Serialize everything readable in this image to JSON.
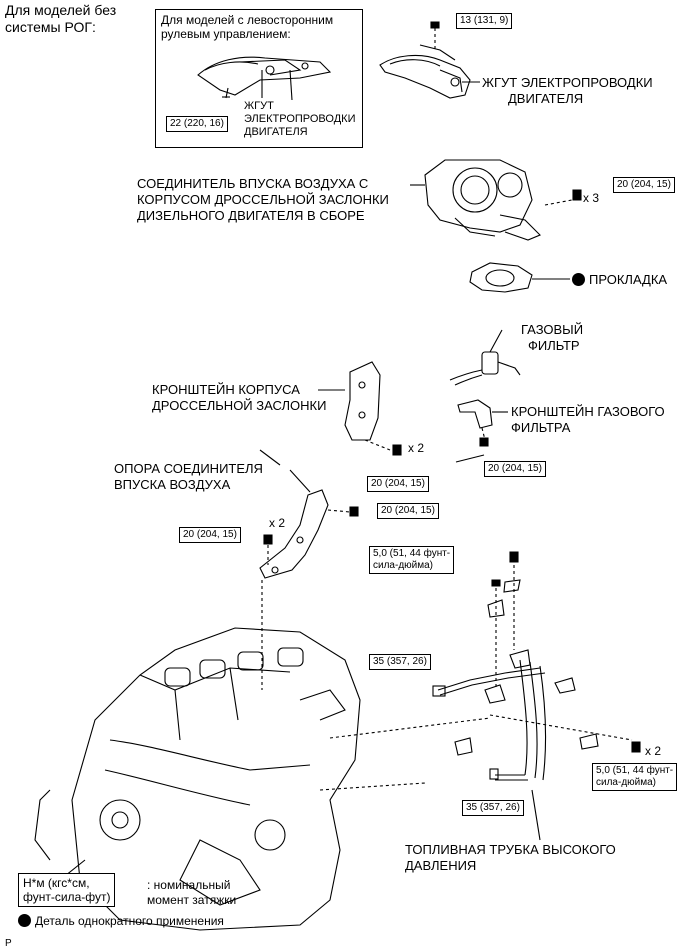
{
  "header": {
    "line1": "Для моделей без",
    "line2": "системы РОГ:"
  },
  "inset": {
    "title1": "Для моделей с левосторонним",
    "title2": "рулевым управлением:",
    "harness1": "ЖГУТ",
    "harness2": "ЭЛЕКТРОПРОВОДКИ",
    "harness3": "ДВИГАТЕЛЯ",
    "torque": "22 (220, 16)"
  },
  "harness": {
    "torque": "13 (131, 9)",
    "label1": "ЖГУТ ЭЛЕКТРОПРОВОДКИ",
    "label2": "ДВИГАТЕЛЯ"
  },
  "throttle": {
    "label1": "СОЕДИНИТЕЛЬ ВПУСКА ВОЗДУХА С",
    "label2": "КОРПУСОМ ДРОССЕЛЬНОЙ ЗАСЛОНКИ",
    "label3": "ДИЗЕЛЬНОГО ДВИГАТЕЛЯ В СБОРЕ",
    "torque": "20 (204, 15)",
    "qty": "x 3"
  },
  "gasket": {
    "label": "ПРОКЛАДКА"
  },
  "gas_filter": {
    "label1": "ГАЗОВЫЙ",
    "label2": "ФИЛЬТР"
  },
  "filter_bracket": {
    "label1": "КРОНШТЕЙН ГАЗОВОГО",
    "label2": "ФИЛЬТРА",
    "torque": "20 (204, 15)"
  },
  "throttle_bracket": {
    "label1": "КРОНШТЕЙН КОРПУСА",
    "label2": "ДРОССЕЛЬНОЙ ЗАСЛОНКИ",
    "torque": "20 (204, 15)",
    "qty": "x 2"
  },
  "intake_support": {
    "label1": "ОПОРА СОЕДИНИТЕЛЯ",
    "label2": "ВПУСКА ВОЗДУХА",
    "torque_a": "20 (204, 15)",
    "torque_b": "20 (204, 15)",
    "qty": "x 2"
  },
  "fuel_pipe": {
    "torque_top1": "5,0 (51, 44 фунт-",
    "torque_top2": "сила-дюйма)",
    "torque_left": "35 (357, 26)",
    "torque_bottom": "35 (357, 26)",
    "torque_right1": "5,0 (51, 44 фунт-",
    "torque_right2": "сила-дюйма)",
    "qty": "x 2",
    "label1": "ТОПЛИВНАЯ ТРУБКА ВЫСОКОГО",
    "label2": "ДАВЛЕНИЯ"
  },
  "legend": {
    "unit1": "Н*м (кгс*см,",
    "unit2": "фунт-сила-фут)",
    "unit_desc1": ": номинальный",
    "unit_desc2": "момент затяжки",
    "onetime": "Деталь однократного применения"
  },
  "footer": {
    "code": "P"
  }
}
